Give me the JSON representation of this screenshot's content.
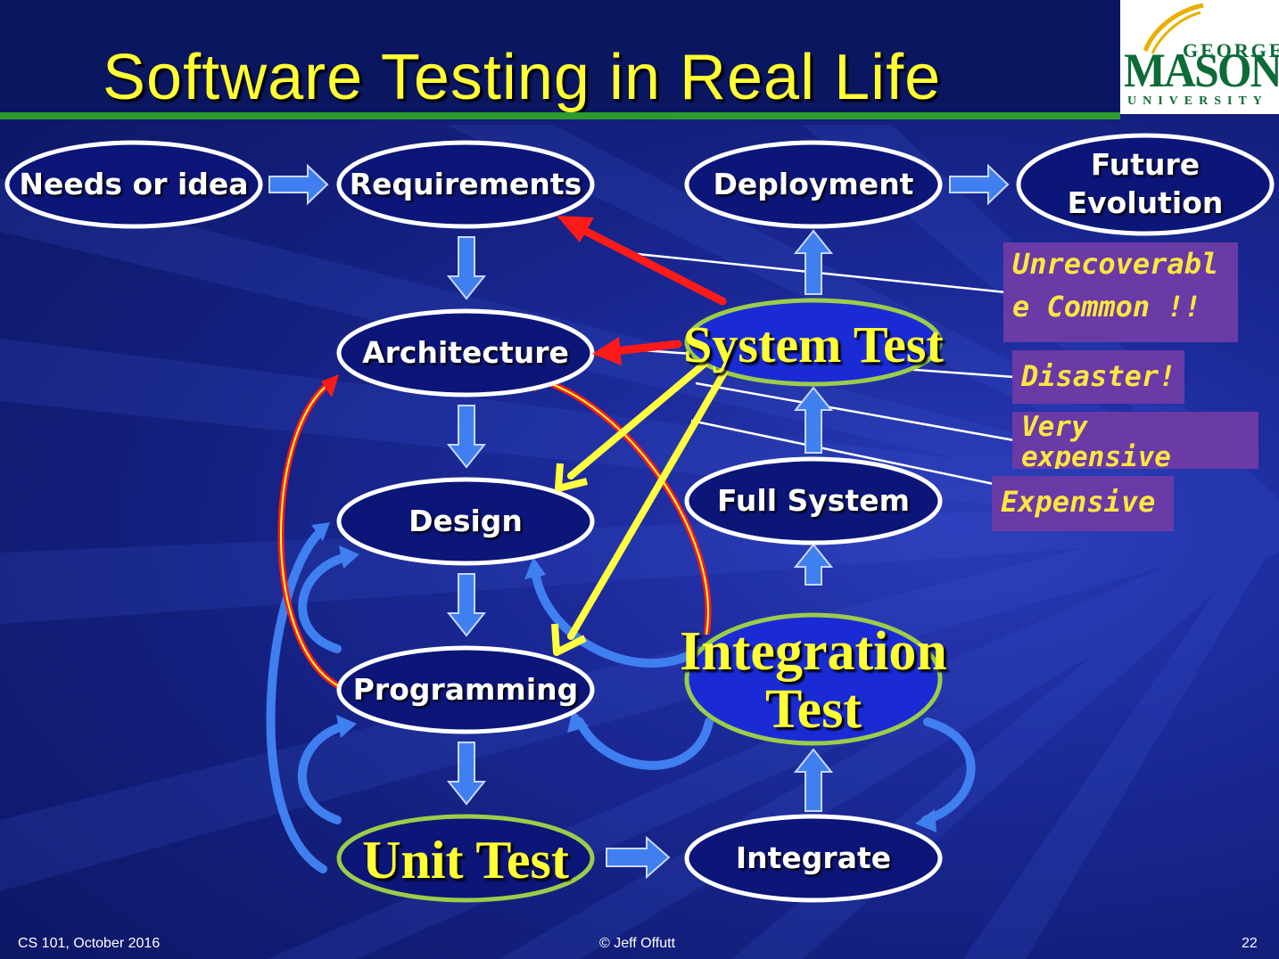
{
  "slide": {
    "title": "Software Testing in Real Life",
    "logo": {
      "line1": "GEORGE",
      "line2": "MASON",
      "line3": "UNIVERSITY",
      "color": "#0d6b38"
    },
    "footer": {
      "left": "CS 101, October 2016",
      "center": "© Jeff Offutt",
      "right": "22"
    }
  },
  "nodes": {
    "needs": "Needs or idea",
    "requirements": "Requirements",
    "architecture": "Architecture",
    "design": "Design",
    "programming": "Programming",
    "unit_test": "Unit Test",
    "integrate": "Integrate",
    "integration_test": "Integration Test",
    "full_system": "Full System",
    "system_test": "System Test",
    "deployment": "Deployment",
    "future_evolution": "Future Evolution"
  },
  "notes": {
    "unrecoverable": "Unrecoverable Common !!",
    "disaster": "Disaster!",
    "very_expensive": "Very expensive",
    "expensive": "Expensive"
  },
  "colors": {
    "node_fill": "#0c1578",
    "node_border": "#ffffff",
    "test_border": "#9ccc4a",
    "test_fill": "#1a2bd6",
    "flow_arrow": "#3f7ff0",
    "title": "#ffff33",
    "red_arrow": "#ff1a1a",
    "yellow_arrow": "#ffff40",
    "note_fill": "#6a3aa6",
    "note_text": "#ffe640"
  }
}
